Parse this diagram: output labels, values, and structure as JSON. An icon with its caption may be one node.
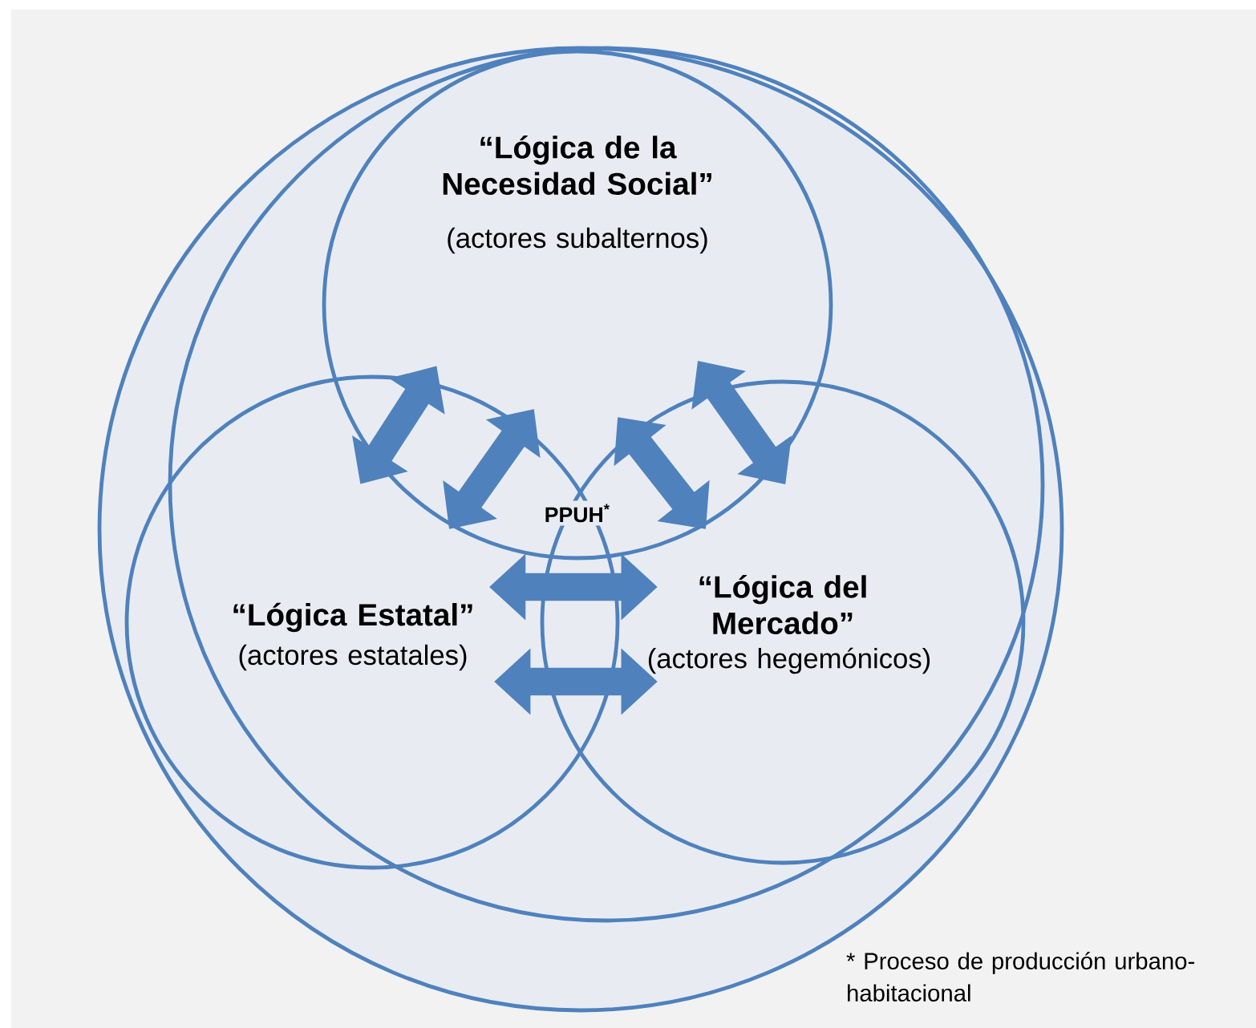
{
  "diagram": {
    "nodes": [
      {
        "text": [],
        "shape": "circle"
      },
      {
        "text": [],
        "shape": "circle",
        "in": 0
      },
      {
        "text": [
          "“Lógica de la Necesidad Social”",
          "(actores subalternos)"
        ],
        "in": 1
      },
      {
        "text": [
          "“Lógica Estatal”",
          "(actores estatales)"
        ],
        "in": 0
      },
      {
        "text": [
          "“Lógica del Mercado”",
          "(actores hegemónicos)"
        ],
        "in": 1
      }
    ],
    "edges": [
      {
        "from": 2,
        "to": 3,
        "arrow": "both"
      },
      {
        "from": 2,
        "to": 3,
        "arrow": "both"
      },
      {
        "from": 2,
        "to": 4,
        "arrow": "both"
      },
      {
        "from": 2,
        "to": 4,
        "arrow": "both"
      },
      {
        "from": 3,
        "to": 4,
        "arrow": "both"
      },
      {
        "from": 3,
        "to": 4,
        "arrow": "both"
      }
    ],
    "labels": [
      "PPUH$^{*}$",
      "* Proceso de producción urbano-habitacional"
    ]
  }
}
